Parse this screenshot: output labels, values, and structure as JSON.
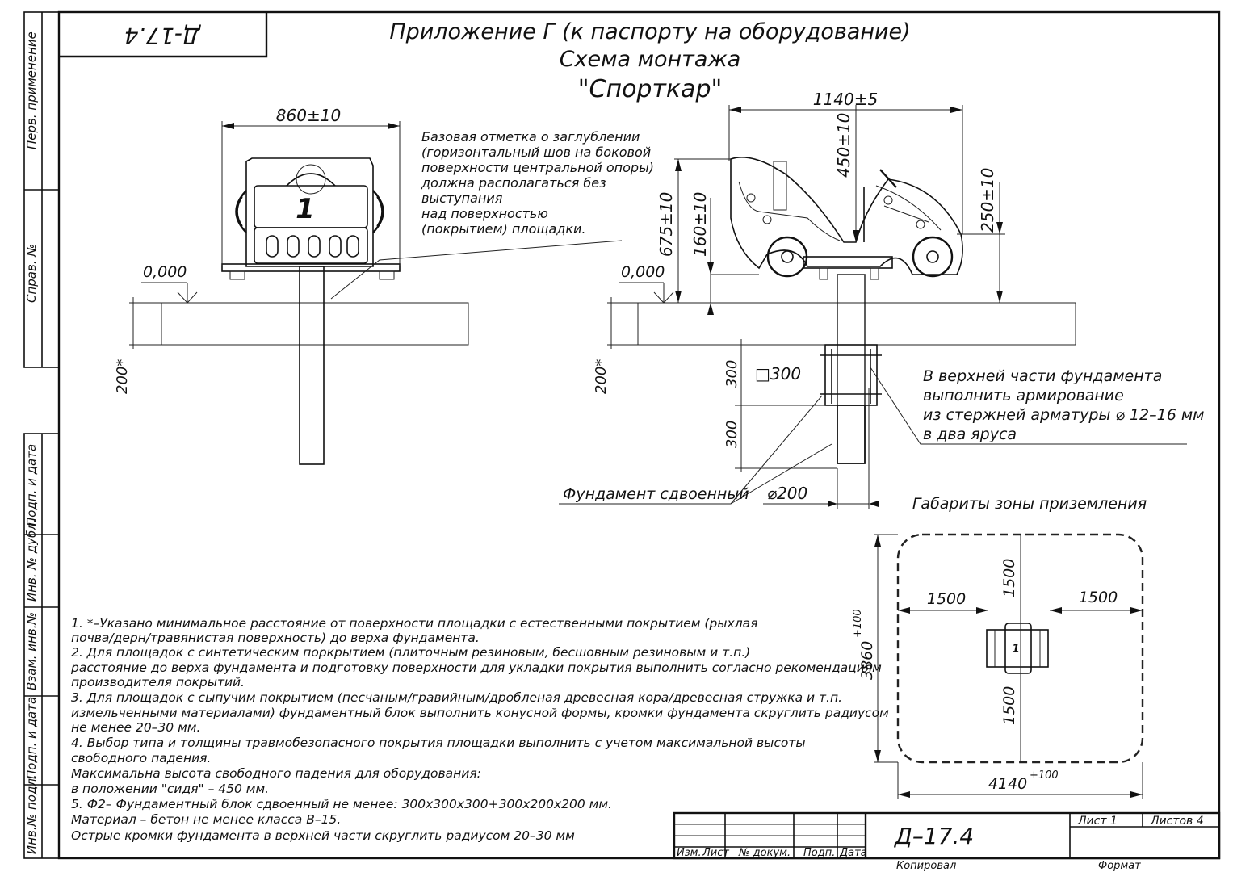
{
  "sheet_code_top": "Д-17.4",
  "title": {
    "line1": "Приложение Г (к паспорту на оборудование)",
    "line2": "Схема монтажа",
    "line3": "\"Спорткар\""
  },
  "side_labels": [
    "Перв. применение",
    "Справ. №",
    "Подп. и дата",
    "Инв. № дубл.",
    "Взам. инв.№",
    "Подп. и дата",
    "Инв.№ подл."
  ],
  "front_view": {
    "width_dim": "860±10",
    "level": "0,000",
    "depth_dim": "200*",
    "seat_number": "1"
  },
  "base_note": [
    "Базовая отметка о заглублении",
    "(горизонтальный шов на боковой",
    "поверхности центральной опоры)",
    "должна располагаться без",
    "выступания",
    "над поверхностью",
    "(покрытием) площадки."
  ],
  "side_view": {
    "length_dim": "1140±5",
    "seat_height_dim": "450±10",
    "height_dim": "675±10",
    "base_dim": "160±10",
    "wheel_dim": "250±10",
    "level": "0,000",
    "depth_dim": "200*",
    "found_upper": "300",
    "found_lower": "300",
    "square": "□300",
    "diameter": "⌀200"
  },
  "rebar_note": [
    "В верхней части фундамента",
    "выполнить армирование",
    "из стержней арматуры ⌀ 12–16 мм",
    "в два яруса"
  ],
  "foundation_label": "Фундамент сдвоенный",
  "zone": {
    "title": "Габариты зоны приземления",
    "left": "1500",
    "right": "1500",
    "top": "1500",
    "bottom": "1500",
    "height": "3860",
    "height_tol": "+100",
    "width": "4140",
    "width_tol": "+100"
  },
  "notes": [
    "1. *–Указано минимальное расстояние от поверхности площадки с естественными покрытием (рыхлая",
    "почва/дерн/травянистая поверхность) до верха фундамента.",
    "2. Для площадок с синтетическим поркрытием (плиточным резиновым, бесшовным резиновым и т.п.)",
    "расстояние до верха фундамента и подготовку поверхности для укладки покрытия выполнить согласно рекомендациям",
    "производителя покрытий.",
    "3. Для площадок с сыпучим покрытием (песчаным/гравийным/дробленая древесная кора/древесная стружка и т.п.",
    "измельченными материалами) фундаментный блок выполнить конусной формы, кромки фундамента скруглить радиусом",
    "не менее 20–30 мм.",
    "4. Выбор типа и толщины травмобезопасного покрытия площадки выполнить с учетом максимальной высоты",
    "свободного падения.",
    "Максимальна высота свободного падения для оборудования:",
    " в положении \"сидя\" – 450 мм.",
    "5. Ф2– Фундаментный блок сдвоенный не менее: 300х300х300+300х200х200 мм.",
    "Материал – бетон не менее класса В–15.",
    "Острые кромки фундамента в верхней части скруглить радиусом 20–30 мм"
  ],
  "title_block": {
    "code": "Д–17.4",
    "sheet": "Лист 1",
    "sheets": "Листов 4",
    "cols": [
      "Изм.",
      "Лист",
      "№ докум.",
      "Подп.",
      "Дата"
    ],
    "copied": "Копировал",
    "format": "Формат"
  }
}
